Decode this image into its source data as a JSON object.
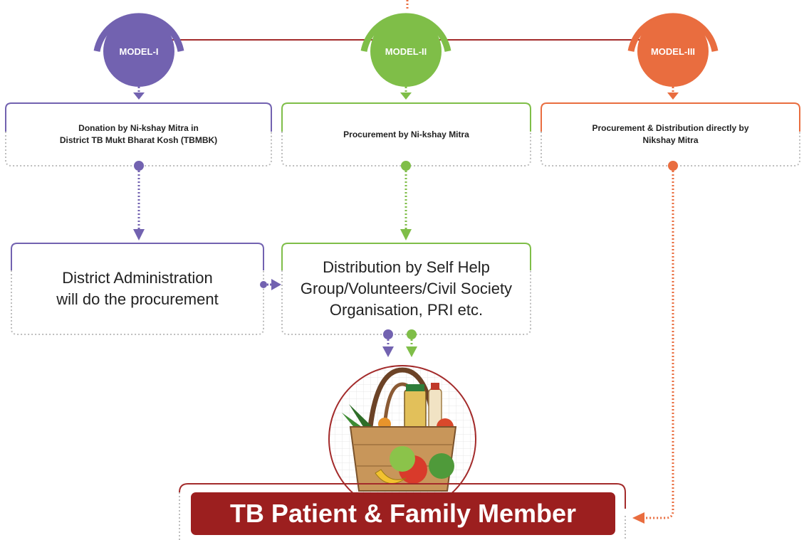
{
  "models": [
    {
      "label": "MODEL-I",
      "color": "#7262b0"
    },
    {
      "label": "MODEL-II",
      "color": "#7fbe48"
    },
    {
      "label": "MODEL-III",
      "color": "#e96d3f"
    }
  ],
  "boxes": {
    "donation": "Donation by Ni-kshay Mitra in\nDistrict TB Mukt Bharat Kosh (TBMBK)",
    "procurement": "Procurement by Ni-kshay Mitra",
    "procurement_distribution": "Procurement & Distribution directly by\nNikshay Mitra",
    "district_admin": "District Administration\nwill do the procurement",
    "distribution": "Distribution by Self Help\nGroup/Volunteers/Civil Society\nOrganisation, PRI etc."
  },
  "target": {
    "label": "TB Patient & Family Member",
    "color": "#9c1f1f"
  },
  "illustration": "food-basket-icon",
  "connector_color": "#a32b2b"
}
